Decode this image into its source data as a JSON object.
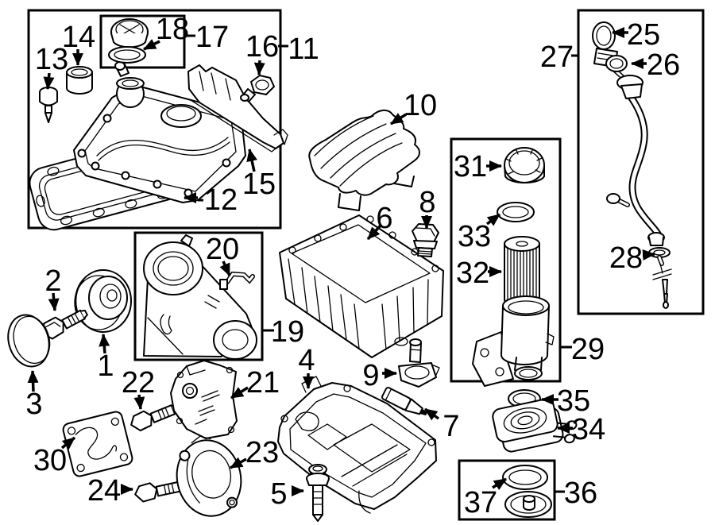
{
  "diagram": {
    "background": "#ffffff",
    "line_color": "#000000",
    "callouts": {
      "c1": {
        "label": "1"
      },
      "c2": {
        "label": "2"
      },
      "c3": {
        "label": "3"
      },
      "c4": {
        "label": "4"
      },
      "c5": {
        "label": "5"
      },
      "c6": {
        "label": "6"
      },
      "c7": {
        "label": "7"
      },
      "c8": {
        "label": "8"
      },
      "c9": {
        "label": "9"
      },
      "c10": {
        "label": "10"
      },
      "c11": {
        "label": "11"
      },
      "c12": {
        "label": "12"
      },
      "c13": {
        "label": "13"
      },
      "c14": {
        "label": "14"
      },
      "c15": {
        "label": "15"
      },
      "c16": {
        "label": "16"
      },
      "c17": {
        "label": "17"
      },
      "c18": {
        "label": "18"
      },
      "c19": {
        "label": "19"
      },
      "c20": {
        "label": "20"
      },
      "c21": {
        "label": "21"
      },
      "c22": {
        "label": "22"
      },
      "c23": {
        "label": "23"
      },
      "c24": {
        "label": "24"
      },
      "c25": {
        "label": "25"
      },
      "c26": {
        "label": "26"
      },
      "c27": {
        "label": "27"
      },
      "c28": {
        "label": "28"
      },
      "c29": {
        "label": "29"
      },
      "c30": {
        "label": "30"
      },
      "c31": {
        "label": "31"
      },
      "c32": {
        "label": "32"
      },
      "c33": {
        "label": "33"
      },
      "c34": {
        "label": "34"
      },
      "c35": {
        "label": "35"
      },
      "c36": {
        "label": "36"
      },
      "c37": {
        "label": "37"
      }
    }
  }
}
